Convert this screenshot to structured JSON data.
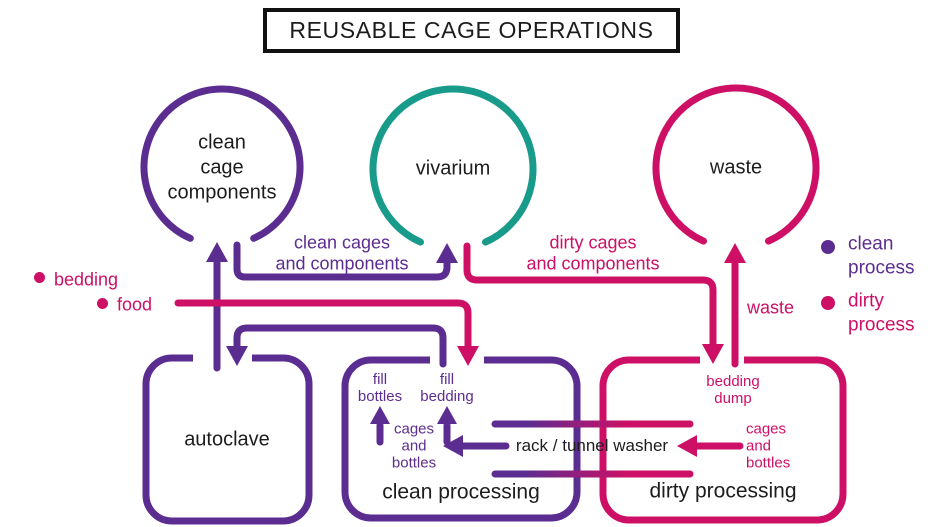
{
  "title": "REUSABLE CAGE OPERATIONS",
  "colors": {
    "clean": "#5c2d91",
    "dirty": "#cd1066",
    "vivarium": "#199b8b",
    "ink": "#1d1d1d"
  },
  "nodes": {
    "clean_components": "clean\ncage\ncomponents",
    "vivarium": "vivarium",
    "waste": "waste",
    "autoclave": "autoclave",
    "clean_processing": "clean processing",
    "dirty_processing": "dirty processing"
  },
  "flows": {
    "clean_cages": "clean cages\nand components",
    "dirty_cages": "dirty cages\nand components",
    "waste": "waste",
    "fill_bottles": "fill\nbottles",
    "fill_bedding": "fill\nbedding",
    "clean_cages_bottles": "cages\nand\nbottles",
    "dirty_cages_bottles": "cages\nand\nbottles",
    "bedding_dump": "bedding\ndump",
    "washer": "rack / tunnel washer"
  },
  "supplies": {
    "bedding": "bedding",
    "food": "food"
  },
  "legend": {
    "clean": "clean\nprocess",
    "dirty": "dirty\nprocess"
  }
}
